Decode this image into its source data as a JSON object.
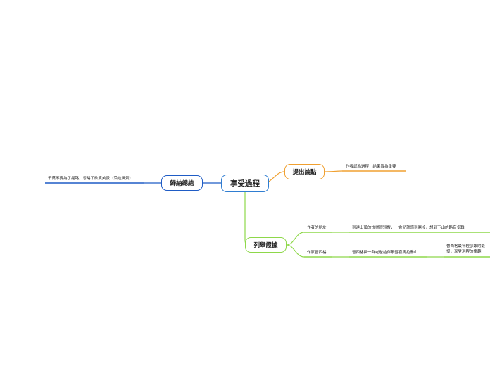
{
  "root": {
    "label": "享受過程"
  },
  "branches": {
    "point": {
      "label": "提出論點",
      "color": "#f0a030",
      "child": "作者認為過程，結果皆為重要"
    },
    "summary": {
      "label": "歸納總結",
      "color": "#1f5cc5",
      "child": "千萬不要為了趕路，忽略了欣賞美景（沿途風景）"
    },
    "evidence": {
      "label": "列舉證據",
      "color": "#8ed84a",
      "items": [
        {
          "label": "作者的朋友",
          "detail": "到達山頂的快樂很短暫，一會兒就感到寒冷，想到下山的路有多難"
        },
        {
          "label": "作家晉西格",
          "detail": "晉西格與一群老爸結伴攀登喜馬拉雅山",
          "note": "晉西格最年輕卻跟的最慢，享受過程的樂趣"
        }
      ]
    }
  }
}
